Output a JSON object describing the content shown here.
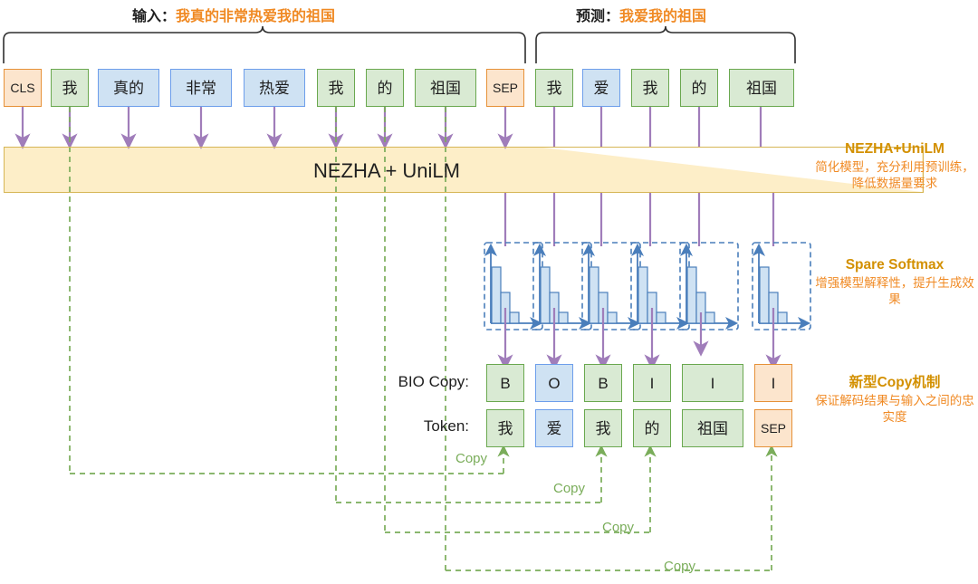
{
  "header": {
    "input": {
      "label": "输入：",
      "value": "我真的非常热爱我的祖国"
    },
    "predict": {
      "label": "预测：",
      "value": "我爱我的祖国"
    }
  },
  "model": {
    "title": "NEZHA + UniLM"
  },
  "input_tokens": [
    {
      "text": "CLS",
      "color": "orange",
      "small": true
    },
    {
      "text": "我",
      "color": "green",
      "small": false
    },
    {
      "text": "真的",
      "color": "blue",
      "small": false
    },
    {
      "text": "非常",
      "color": "blue",
      "small": false
    },
    {
      "text": "热爱",
      "color": "blue",
      "small": false
    },
    {
      "text": "我",
      "color": "green",
      "small": false
    },
    {
      "text": "的",
      "color": "green",
      "small": false
    },
    {
      "text": "祖国",
      "color": "green",
      "small": false
    },
    {
      "text": "SEP",
      "color": "orange",
      "small": true
    }
  ],
  "predict_tokens": [
    {
      "text": "我",
      "color": "green",
      "small": false
    },
    {
      "text": "爱",
      "color": "blue",
      "small": false
    },
    {
      "text": "我",
      "color": "green",
      "small": false
    },
    {
      "text": "的",
      "color": "green",
      "small": false
    },
    {
      "text": "祖国",
      "color": "green",
      "small": false
    }
  ],
  "rows": {
    "bio_label": "BIO Copy:",
    "token_label": "Token:"
  },
  "bio_tags": [
    {
      "text": "B",
      "color": "green"
    },
    {
      "text": "O",
      "color": "blue"
    },
    {
      "text": "B",
      "color": "green"
    },
    {
      "text": "I",
      "color": "green"
    },
    {
      "text": "I",
      "color": "green"
    },
    {
      "text": "I",
      "color": "orange"
    }
  ],
  "out_tokens": [
    {
      "text": "我",
      "color": "green",
      "small": false
    },
    {
      "text": "爱",
      "color": "blue",
      "small": false
    },
    {
      "text": "我",
      "color": "green",
      "small": false
    },
    {
      "text": "的",
      "color": "green",
      "small": false
    },
    {
      "text": "祖国",
      "color": "green",
      "small": false
    },
    {
      "text": "SEP",
      "color": "orange",
      "small": true
    }
  ],
  "copy_labels": [
    "Copy",
    "Copy",
    "Copy",
    "Copy"
  ],
  "annotations": [
    {
      "head": "NEZHA+UniLM",
      "body": "简化模型，充分利用预训练，降低数据量要求"
    },
    {
      "head": "Spare Softmax",
      "body": "增强模型解释性，提升生成效果"
    },
    {
      "head": "新型Copy机制",
      "body": "保证解码结果与输入之间的忠实度"
    }
  ],
  "softmax_boxes": 6,
  "colors": {
    "green_fill": "#d9ead3",
    "green_stroke": "#6aa84f",
    "blue_fill": "#cfe2f3",
    "blue_stroke": "#6d9eeb",
    "orange_fill": "#fce5cd",
    "orange_stroke": "#e69138",
    "arrow_purple": "#a07dba",
    "model_fill": "#fdeec8",
    "model_stroke": "#d6b656",
    "copy_green": "#7aad5a",
    "annot_head": "#d39000",
    "annot_body": "#f08a24",
    "hist_fill": "#cfe2f3",
    "hist_stroke": "#4a7ebb"
  }
}
